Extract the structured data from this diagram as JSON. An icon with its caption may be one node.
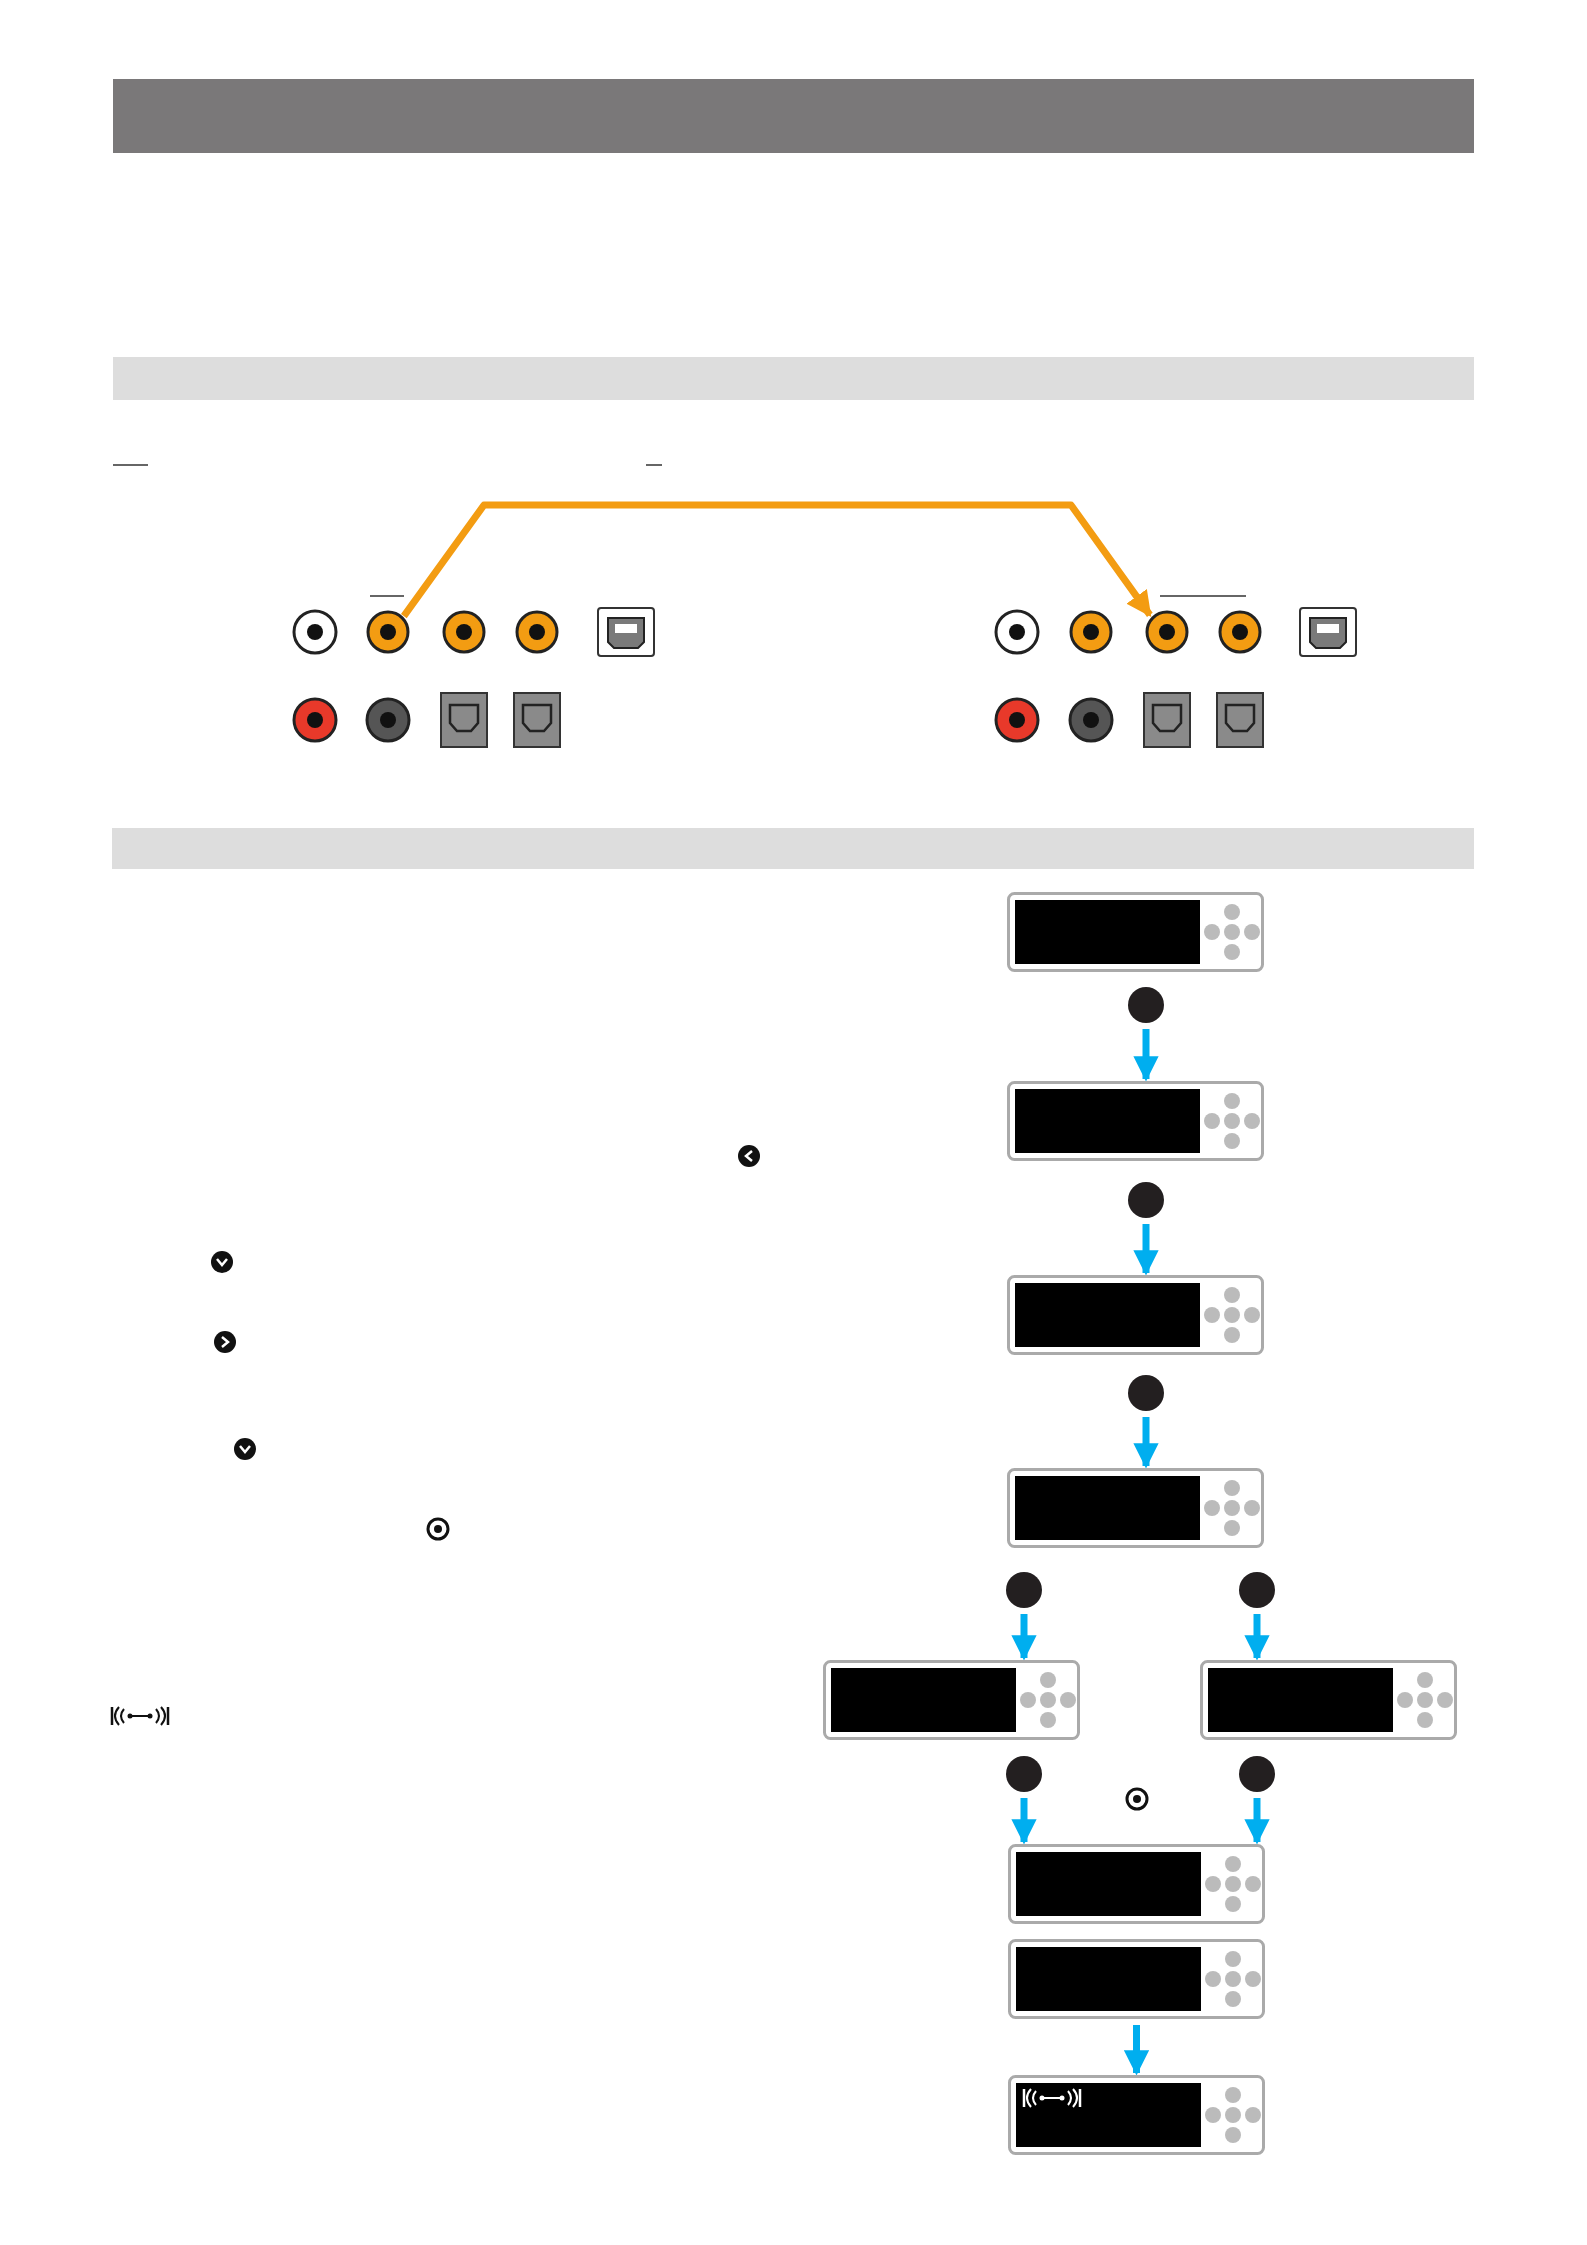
{
  "diagram": {
    "nodes": [
      {
        "text": [],
        "shape": "bar"
      },
      {
        "text": [],
        "shape": "bar"
      },
      {
        "text": [],
        "shape": "circle"
      },
      {
        "text": [],
        "shape": "circle"
      },
      {
        "text": [],
        "shape": "circle"
      },
      {
        "text": [],
        "shape": "circle"
      },
      {
        "text": [],
        "shape": "circle"
      },
      {
        "text": [],
        "shape": "circle"
      },
      {
        "text": [],
        "shape": "bar"
      },
      {
        "text": [],
        "shape": "box"
      },
      {
        "text": [],
        "shape": "circle"
      },
      {
        "text": [],
        "shape": "box"
      },
      {
        "text": [],
        "shape": "circle"
      },
      {
        "text": [],
        "shape": "box"
      },
      {
        "text": [],
        "shape": "circle"
      },
      {
        "text": [],
        "shape": "box"
      },
      {
        "text": [],
        "shape": "circle"
      },
      {
        "text": [],
        "shape": "circle"
      },
      {
        "text": [],
        "shape": "box"
      },
      {
        "text": [],
        "shape": "box"
      },
      {
        "text": [],
        "shape": "circle"
      },
      {
        "text": [],
        "shape": "circle"
      },
      {
        "text": [],
        "shape": "box"
      },
      {
        "text": [],
        "shape": "box"
      },
      {
        "text": [],
        "shape": "box"
      }
    ],
    "edges": [
      {
        "from": 2,
        "to": 6,
        "arrow": "to",
        "color": "#f39c12"
      },
      {
        "from": 10,
        "to": 11,
        "arrow": "to"
      },
      {
        "from": 12,
        "to": 13,
        "arrow": "to"
      },
      {
        "from": 14,
        "to": 15,
        "arrow": "to"
      },
      {
        "from": 16,
        "to": 18,
        "arrow": "to"
      },
      {
        "from": 17,
        "to": 19,
        "arrow": "to"
      },
      {
        "from": 20,
        "to": 22,
        "arrow": "to"
      },
      {
        "from": 21,
        "to": 22,
        "arrow": "to"
      },
      {
        "from": 23,
        "to": 24,
        "arrow": "to"
      }
    ]
  }
}
